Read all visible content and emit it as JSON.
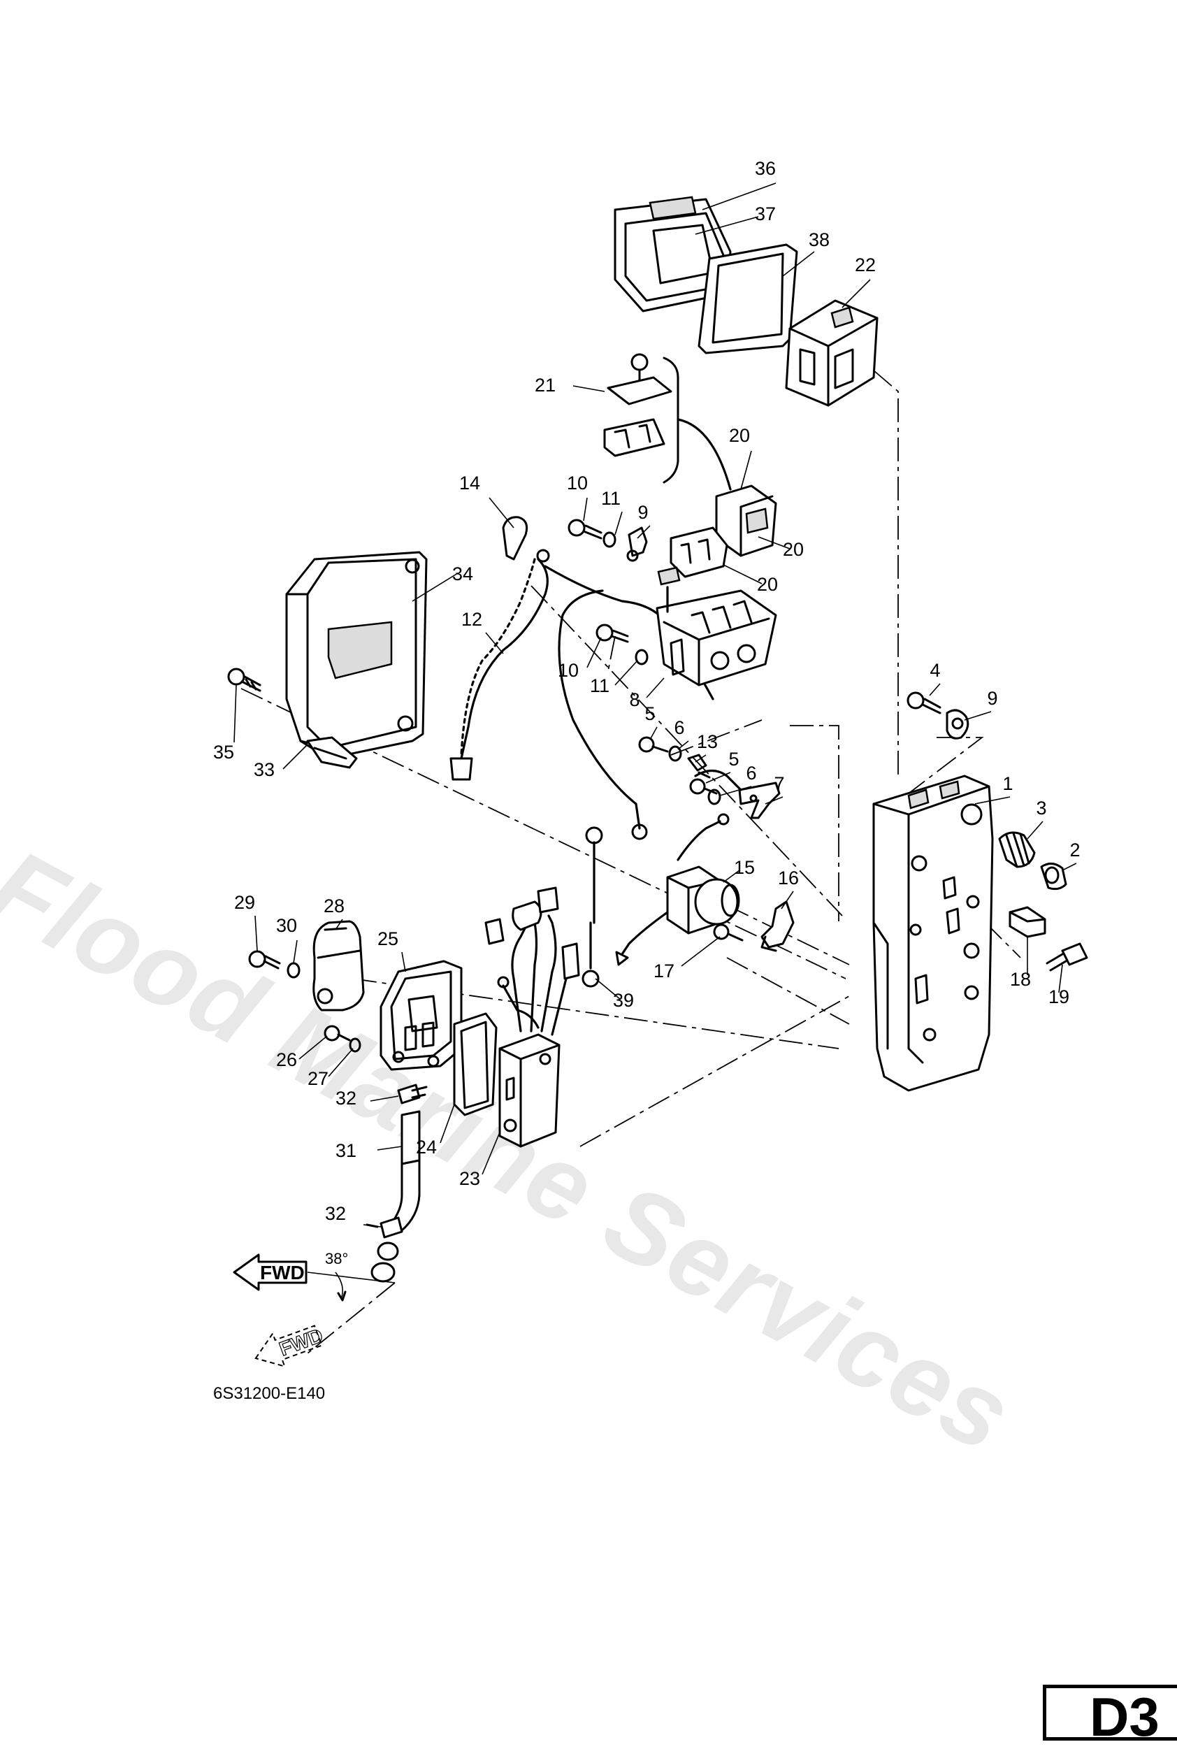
{
  "diagram": {
    "reference_code": "6S31200-E140",
    "section_label": "D3",
    "watermark": "Flood Marine Services",
    "fwd_label": "FWD",
    "fwd_ghost_label": "FWD",
    "angle_label": "38°",
    "callouts": [
      {
        "id": "c1",
        "label": "1"
      },
      {
        "id": "c2",
        "label": "2"
      },
      {
        "id": "c3",
        "label": "3"
      },
      {
        "id": "c4",
        "label": "4"
      },
      {
        "id": "c5a",
        "label": "5"
      },
      {
        "id": "c5b",
        "label": "5"
      },
      {
        "id": "c6a",
        "label": "6"
      },
      {
        "id": "c6b",
        "label": "6"
      },
      {
        "id": "c7",
        "label": "7"
      },
      {
        "id": "c8",
        "label": "8"
      },
      {
        "id": "c9a",
        "label": "9"
      },
      {
        "id": "c9b",
        "label": "9"
      },
      {
        "id": "c10a",
        "label": "10"
      },
      {
        "id": "c10b",
        "label": "10"
      },
      {
        "id": "c11a",
        "label": "11"
      },
      {
        "id": "c11b",
        "label": "11"
      },
      {
        "id": "c12",
        "label": "12"
      },
      {
        "id": "c13",
        "label": "13"
      },
      {
        "id": "c14",
        "label": "14"
      },
      {
        "id": "c15",
        "label": "15"
      },
      {
        "id": "c16",
        "label": "16"
      },
      {
        "id": "c17",
        "label": "17"
      },
      {
        "id": "c18",
        "label": "18"
      },
      {
        "id": "c19",
        "label": "19"
      },
      {
        "id": "c20a",
        "label": "20"
      },
      {
        "id": "c20b",
        "label": "20"
      },
      {
        "id": "c20c",
        "label": "20"
      },
      {
        "id": "c21",
        "label": "21"
      },
      {
        "id": "c22",
        "label": "22"
      },
      {
        "id": "c23",
        "label": "23"
      },
      {
        "id": "c24",
        "label": "24"
      },
      {
        "id": "c25",
        "label": "25"
      },
      {
        "id": "c26",
        "label": "26"
      },
      {
        "id": "c27",
        "label": "27"
      },
      {
        "id": "c28",
        "label": "28"
      },
      {
        "id": "c29",
        "label": "29"
      },
      {
        "id": "c30",
        "label": "30"
      },
      {
        "id": "c31",
        "label": "31"
      },
      {
        "id": "c32a",
        "label": "32"
      },
      {
        "id": "c32b",
        "label": "32"
      },
      {
        "id": "c33",
        "label": "33"
      },
      {
        "id": "c34",
        "label": "34"
      },
      {
        "id": "c35",
        "label": "35"
      },
      {
        "id": "c36",
        "label": "36"
      },
      {
        "id": "c37",
        "label": "37"
      },
      {
        "id": "c38",
        "label": "38"
      },
      {
        "id": "c39",
        "label": "39"
      }
    ]
  }
}
